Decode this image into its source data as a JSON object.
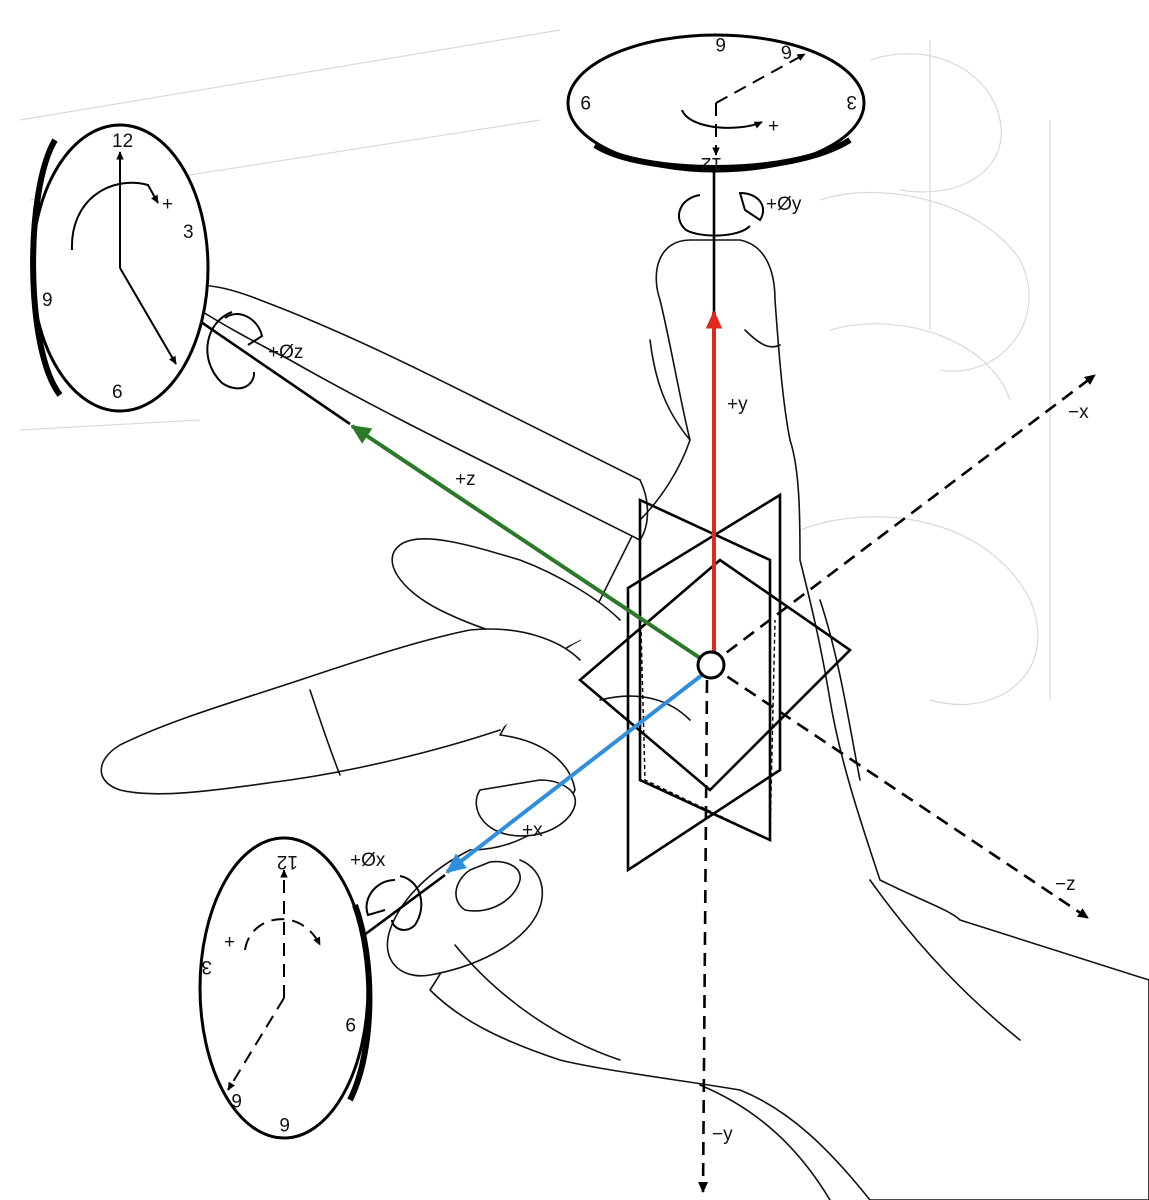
{
  "diagram": {
    "axis_labels": {
      "pos_x": "+x",
      "neg_x": "−x",
      "pos_y": "+y",
      "neg_y": "−y",
      "pos_z": "+z",
      "neg_z": "−z"
    },
    "rotation_labels": {
      "rot_x": "+Øx",
      "rot_y": "+Øy",
      "rot_z": "+Øz"
    },
    "dial_z": {
      "n12": "12",
      "n3": "3",
      "n6": "6",
      "n9": "9",
      "dir": "+"
    },
    "dial_y": {
      "n12": "12",
      "n3": "3",
      "n6": "6",
      "n9": "9",
      "dir": "+"
    },
    "dial_x": {
      "n12": "12",
      "n3": "3",
      "n6": "6",
      "n9": "9",
      "dir": "+"
    },
    "colors": {
      "y_axis": "#e0281e",
      "z_axis": "#2a7a2a",
      "x_axis": "#2f8fdc",
      "ink": "#000000"
    }
  }
}
